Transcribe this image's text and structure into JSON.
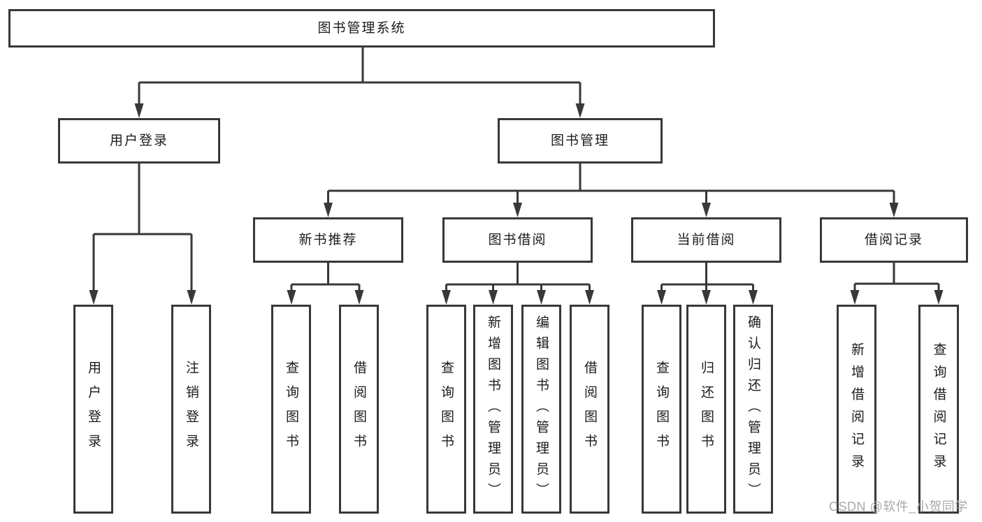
{
  "page": {
    "background": "#ffffff"
  },
  "colors": {
    "line": "#383838",
    "box_border": "#383838",
    "box_fill": "#ffffff",
    "text": "#1c1c1c",
    "watermark_text": "#a9a9a9"
  },
  "tree": {
    "label": "图书管理系统",
    "children": [
      {
        "label": "用户登录",
        "children": [
          {
            "label": "用户登录"
          },
          {
            "label": "注销登录"
          }
        ]
      },
      {
        "label": "图书管理",
        "children": [
          {
            "label": "新书推荐",
            "children": [
              {
                "label": "查询图书"
              },
              {
                "label": "借阅图书"
              }
            ]
          },
          {
            "label": "图书借阅",
            "children": [
              {
                "label": "查询图书"
              },
              {
                "label": "新增图书（管理员）"
              },
              {
                "label": "编辑图书（管理员）"
              },
              {
                "label": "借阅图书"
              }
            ]
          },
          {
            "label": "当前借阅",
            "children": [
              {
                "label": "查询图书"
              },
              {
                "label": "归还图书"
              },
              {
                "label": "确认归还（管理员）"
              }
            ]
          },
          {
            "label": "借阅记录",
            "children": [
              {
                "label": "新增借阅记录"
              },
              {
                "label": "查询借阅记录"
              }
            ]
          }
        ]
      }
    ]
  },
  "watermark": {
    "text": "CSDN @软件_小贺同学"
  }
}
